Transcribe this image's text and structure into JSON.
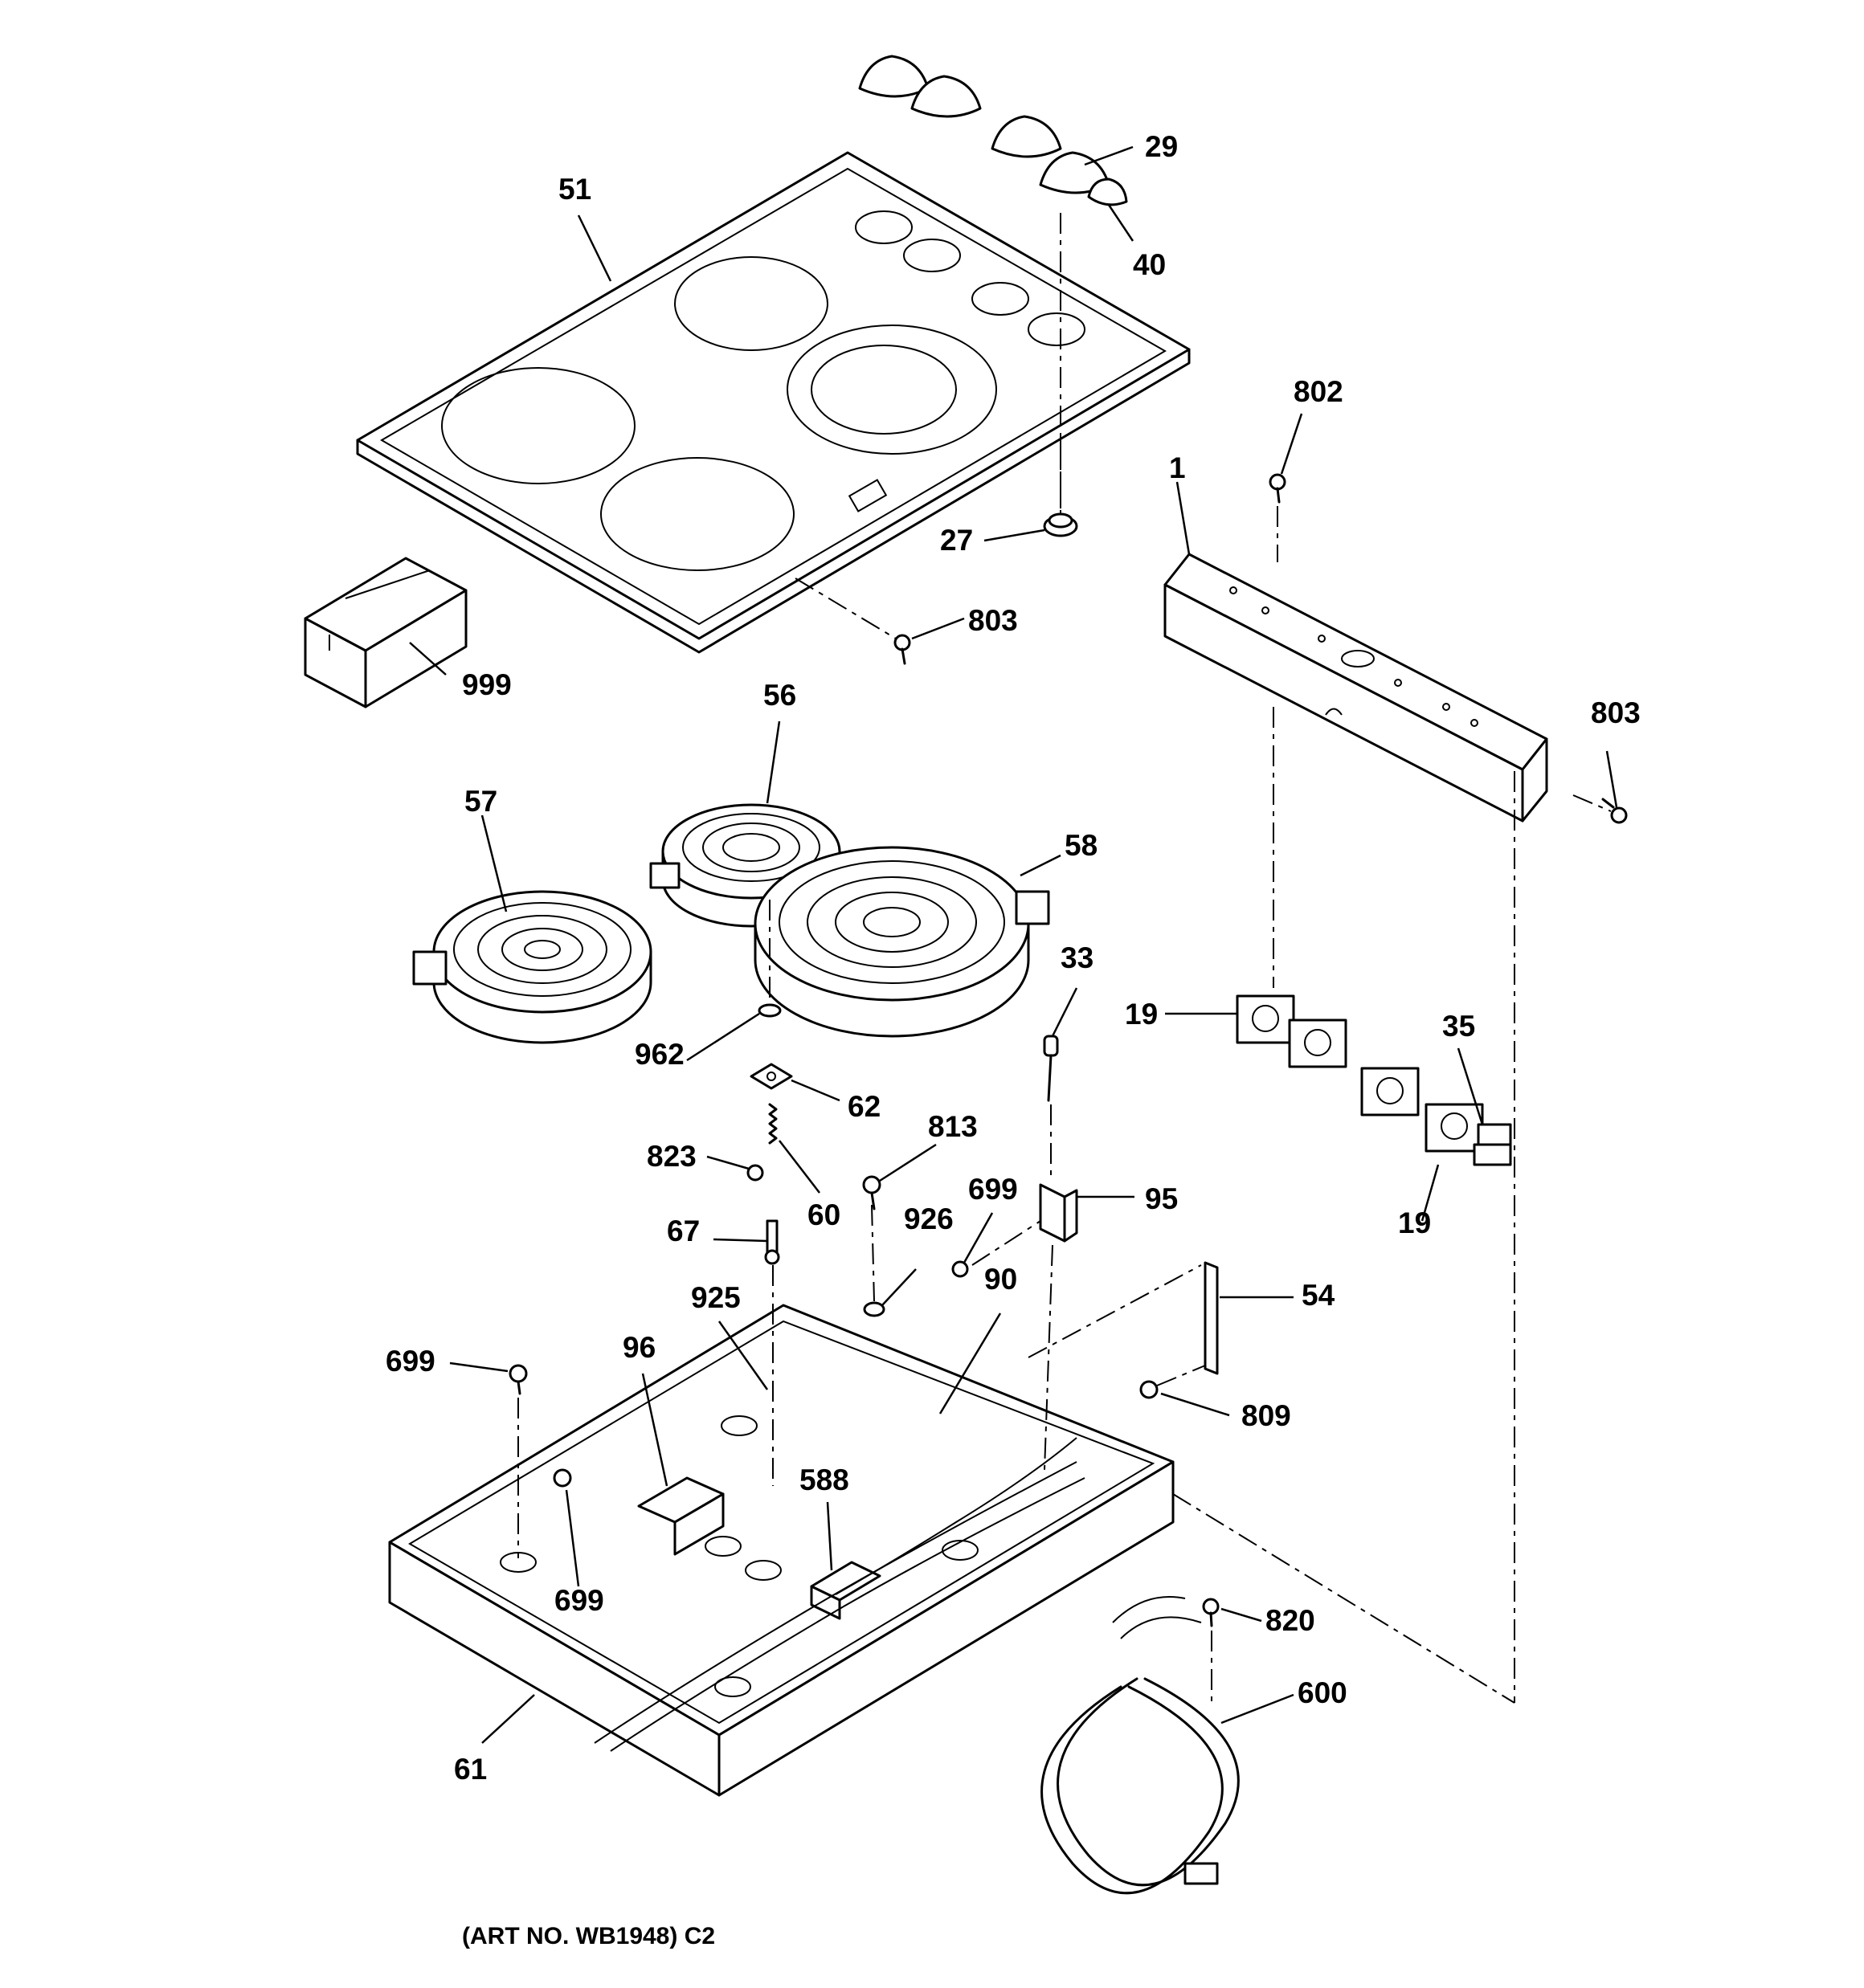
{
  "diagram": {
    "caption": "(ART NO. WB1948) C2",
    "callouts": {
      "c51": "51",
      "c29": "29",
      "c40": "40",
      "c802": "802",
      "c1": "1",
      "c27": "27",
      "c803a": "803",
      "c999": "999",
      "c56": "56",
      "c803b": "803",
      "c57": "57",
      "c58": "58",
      "c33": "33",
      "c19a": "19",
      "c35": "35",
      "c962": "962",
      "c62": "62",
      "c813": "813",
      "c823": "823",
      "c60": "60",
      "c699a": "699",
      "c95": "95",
      "c19b": "19",
      "c67": "67",
      "c926": "926",
      "c90": "90",
      "c54": "54",
      "c925": "925",
      "c96": "96",
      "c699b": "699",
      "c809": "809",
      "c588": "588",
      "c699c": "699",
      "c820": "820",
      "c600": "600",
      "c61": "61"
    }
  }
}
